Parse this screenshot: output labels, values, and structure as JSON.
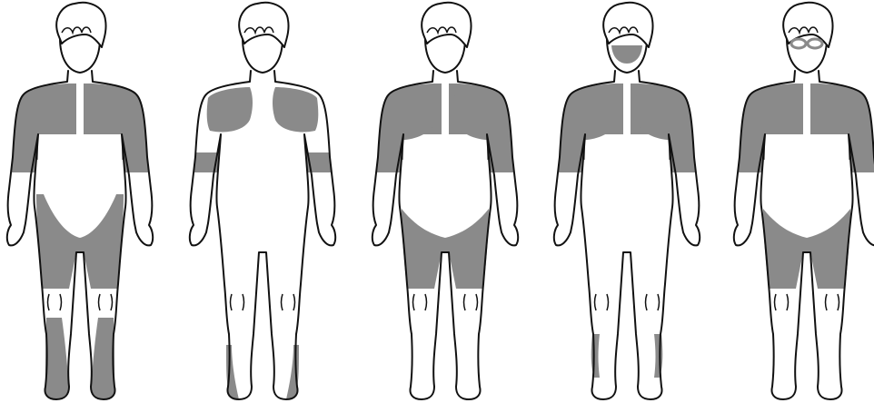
{
  "colors": {
    "shade": "#8a8a8a",
    "outline": "#111111",
    "background": "#ffffff"
  },
  "figures": [
    {
      "name": "figure-1",
      "shaded_regions": [
        "shoulders",
        "upper-arms",
        "upper-back-collar",
        "pelvis-thighs",
        "lower-legs"
      ],
      "accessory": "none"
    },
    {
      "name": "figure-2",
      "shaded_regions": [
        "shoulder-patches",
        "upper-arms",
        "shins"
      ],
      "accessory": "none"
    },
    {
      "name": "figure-3",
      "shaded_regions": [
        "shoulders",
        "upper-arms",
        "chest-patches",
        "pelvis-thighs"
      ],
      "accessory": "none"
    },
    {
      "name": "figure-4",
      "shaded_regions": [
        "shoulders",
        "upper-arms",
        "chest-patches",
        "shin-patches"
      ],
      "accessory": "face-mask"
    },
    {
      "name": "figure-5",
      "shaded_regions": [
        "shoulders",
        "upper-arms",
        "upper-back-collar",
        "pelvis-thighs"
      ],
      "accessory": "glasses"
    }
  ]
}
